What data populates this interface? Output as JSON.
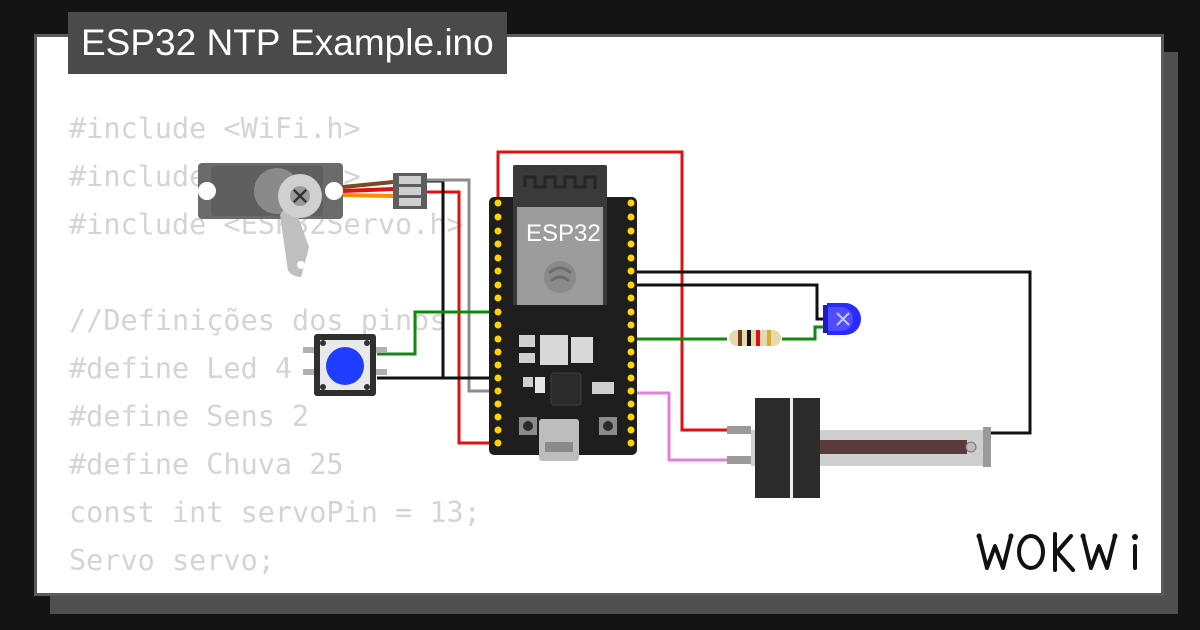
{
  "project": {
    "title": "ESP32 NTP Example.ino"
  },
  "code_preview": {
    "lines": [
      "#include <WiFi.h>",
      "#include <time.h>",
      "#include <ESP32Servo.h>",
      "",
      "//Definições dos pinos",
      "#define Led 4",
      "#define Sens 2",
      "#define Chuva 25",
      "const int servoPin = 13;",
      "Servo servo;"
    ]
  },
  "components": {
    "board_label": "ESP32",
    "button_colors": [
      "#1f3dff"
    ]
  },
  "colors": {
    "background": "#141414",
    "card": "#ffffff",
    "title_bar": "#4a4a4a",
    "code_text": "#d4d4d4",
    "wire_red": "#e01010",
    "wire_black": "#111111",
    "wire_green": "#0d8a10",
    "wire_gray": "#8c8c8c",
    "wire_pink": "#e080d8",
    "led_blue": "#2a2aff",
    "knob_blue": "#1f3dff"
  },
  "branding": {
    "logo": "WOKWI"
  }
}
